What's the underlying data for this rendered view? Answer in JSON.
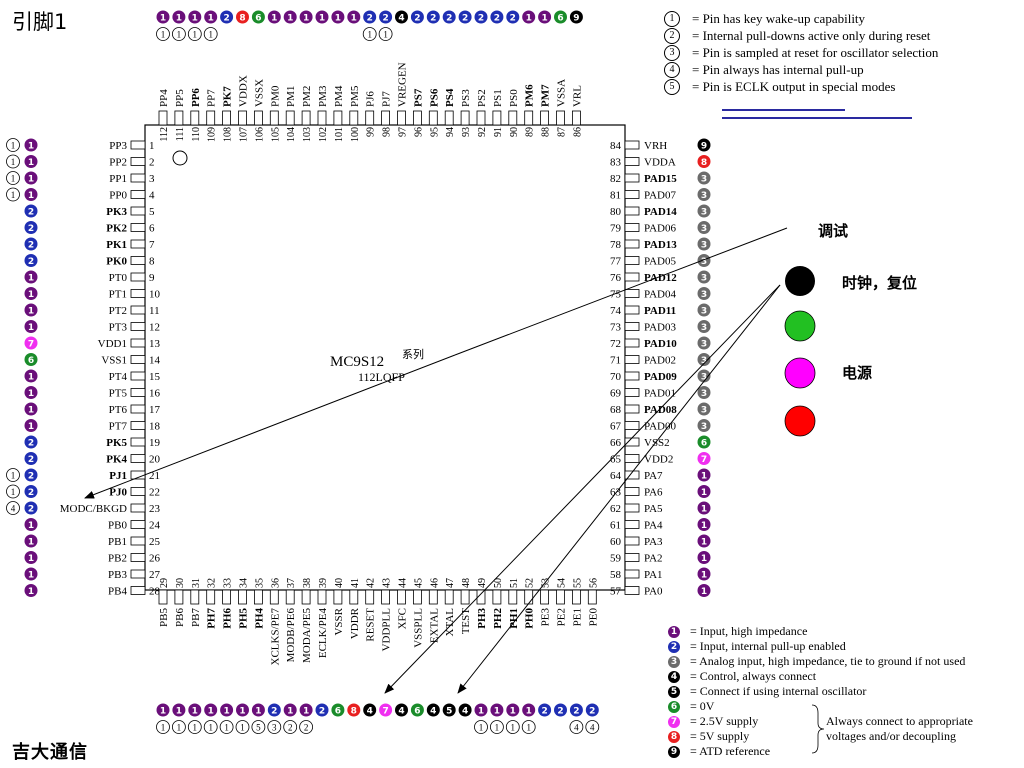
{
  "title": "引脚1",
  "company": "吉大通信",
  "chip": {
    "name": "MC9S12",
    "series": "系列",
    "package": "112LQFP"
  },
  "legend_top": [
    {
      "num": "1",
      "text": "= Pin has key wake-up capability"
    },
    {
      "num": "2",
      "text": "= Internal pull-downs active only during reset"
    },
    {
      "num": "3",
      "text": "= Pin is sampled at reset for oscillator selection"
    },
    {
      "num": "4",
      "text": "= Pin always has internal pull-up"
    },
    {
      "num": "5",
      "text": "= Pin is ECLK output in special modes"
    }
  ],
  "legend_bottom": [
    {
      "num": "1",
      "color": "#6a0f7a",
      "text": "= Input, high impedance"
    },
    {
      "num": "2",
      "color": "#1f2fb3",
      "text": "= Input, internal pull-up enabled"
    },
    {
      "num": "3",
      "color": "#6b6b6b",
      "text": "= Analog input, high impedance, tie to ground if not used"
    },
    {
      "num": "4",
      "color": "#000000",
      "text": "= Control, always connect"
    },
    {
      "num": "5",
      "color": "#000000",
      "text": "= Connect if using internal oscillator"
    },
    {
      "num": "6",
      "color": "#1a8c2a",
      "text": "= 0V"
    },
    {
      "num": "7",
      "color": "#f02ff0",
      "text": "= 2.5V supply"
    },
    {
      "num": "8",
      "color": "#e82020",
      "text": "= 5V supply"
    },
    {
      "num": "9",
      "color": "#000000",
      "text": "= ATD reference"
    }
  ],
  "always_note": [
    "Always connect to appropriate",
    "voltages and/or decoupling"
  ],
  "annotations": {
    "debug": "调试",
    "clock_reset": "时钟，复位",
    "power": "电源"
  },
  "key_colors": {
    "black": "#000000",
    "green": "#22c022",
    "magenta": "#ff00ff",
    "red": "#ff0000"
  },
  "type_colors": {
    "1": "#6a0f7a",
    "2": "#1f2fb3",
    "3": "#6b6b6b",
    "4": "#000000",
    "5": "#000000",
    "6": "#1a8c2a",
    "7": "#f02ff0",
    "8": "#e82020",
    "9": "#000000"
  },
  "pins": {
    "left": [
      {
        "n": 1,
        "name": "PP3",
        "bold": false,
        "type": "1",
        "extra": [
          "1"
        ]
      },
      {
        "n": 2,
        "name": "PP2",
        "bold": false,
        "type": "1",
        "extra": [
          "1"
        ]
      },
      {
        "n": 3,
        "name": "PP1",
        "bold": false,
        "type": "1",
        "extra": [
          "1"
        ]
      },
      {
        "n": 4,
        "name": "PP0",
        "bold": false,
        "type": "1",
        "extra": [
          "1"
        ]
      },
      {
        "n": 5,
        "name": "PK3",
        "bold": true,
        "type": "2",
        "extra": []
      },
      {
        "n": 6,
        "name": "PK2",
        "bold": true,
        "type": "2",
        "extra": []
      },
      {
        "n": 7,
        "name": "PK1",
        "bold": true,
        "type": "2",
        "extra": []
      },
      {
        "n": 8,
        "name": "PK0",
        "bold": true,
        "type": "2",
        "extra": []
      },
      {
        "n": 9,
        "name": "PT0",
        "bold": false,
        "type": "1",
        "extra": []
      },
      {
        "n": 10,
        "name": "PT1",
        "bold": false,
        "type": "1",
        "extra": []
      },
      {
        "n": 11,
        "name": "PT2",
        "bold": false,
        "type": "1",
        "extra": []
      },
      {
        "n": 12,
        "name": "PT3",
        "bold": false,
        "type": "1",
        "extra": []
      },
      {
        "n": 13,
        "name": "VDD1",
        "bold": false,
        "type": "7",
        "extra": []
      },
      {
        "n": 14,
        "name": "VSS1",
        "bold": false,
        "type": "6",
        "extra": []
      },
      {
        "n": 15,
        "name": "PT4",
        "bold": false,
        "type": "1",
        "extra": []
      },
      {
        "n": 16,
        "name": "PT5",
        "bold": false,
        "type": "1",
        "extra": []
      },
      {
        "n": 17,
        "name": "PT6",
        "bold": false,
        "type": "1",
        "extra": []
      },
      {
        "n": 18,
        "name": "PT7",
        "bold": false,
        "type": "1",
        "extra": []
      },
      {
        "n": 19,
        "name": "PK5",
        "bold": true,
        "type": "2",
        "extra": []
      },
      {
        "n": 20,
        "name": "PK4",
        "bold": true,
        "type": "2",
        "extra": []
      },
      {
        "n": 21,
        "name": "PJ1",
        "bold": true,
        "type": "2",
        "extra": [
          "1"
        ]
      },
      {
        "n": 22,
        "name": "PJ0",
        "bold": true,
        "type": "2",
        "extra": [
          "1"
        ]
      },
      {
        "n": 23,
        "name": "MODC/BKGD",
        "bold": false,
        "type": "2",
        "extra": [
          "4"
        ]
      },
      {
        "n": 24,
        "name": "PB0",
        "bold": false,
        "type": "1",
        "extra": []
      },
      {
        "n": 25,
        "name": "PB1",
        "bold": false,
        "type": "1",
        "extra": []
      },
      {
        "n": 26,
        "name": "PB2",
        "bold": false,
        "type": "1",
        "extra": []
      },
      {
        "n": 27,
        "name": "PB3",
        "bold": false,
        "type": "1",
        "extra": []
      },
      {
        "n": 28,
        "name": "PB4",
        "bold": false,
        "type": "1",
        "extra": []
      }
    ],
    "bottom": [
      {
        "n": 29,
        "name": "PB5",
        "bold": false,
        "type": "1",
        "extra": [
          "1"
        ]
      },
      {
        "n": 30,
        "name": "PB6",
        "bold": false,
        "type": "1",
        "extra": [
          "1"
        ]
      },
      {
        "n": 31,
        "name": "PB7",
        "bold": false,
        "type": "1",
        "extra": [
          "1"
        ]
      },
      {
        "n": 32,
        "name": "PH7",
        "bold": true,
        "type": "1",
        "extra": [
          "1"
        ]
      },
      {
        "n": 33,
        "name": "PH6",
        "bold": true,
        "type": "1",
        "extra": [
          "1"
        ]
      },
      {
        "n": 34,
        "name": "PH5",
        "bold": true,
        "type": "1",
        "extra": [
          "1"
        ]
      },
      {
        "n": 35,
        "name": "PH4",
        "bold": true,
        "type": "1",
        "extra": [
          "5"
        ]
      },
      {
        "n": 36,
        "name": "XCLKS/PE7",
        "bold": false,
        "type": "2",
        "extra": [
          "3"
        ]
      },
      {
        "n": 37,
        "name": "MODB/PE6",
        "bold": false,
        "type": "1",
        "extra": [
          "2"
        ]
      },
      {
        "n": 38,
        "name": "MODA/PE5",
        "bold": false,
        "type": "1",
        "extra": [
          "2"
        ]
      },
      {
        "n": 39,
        "name": "ECLK/PE4",
        "bold": false,
        "type": "2",
        "extra": []
      },
      {
        "n": 40,
        "name": "VSSR",
        "bold": false,
        "type": "6",
        "extra": []
      },
      {
        "n": 41,
        "name": "VDDR",
        "bold": false,
        "type": "8",
        "extra": []
      },
      {
        "n": 42,
        "name": "RESET",
        "bold": false,
        "type": "4",
        "extra": []
      },
      {
        "n": 43,
        "name": "VDDPLL",
        "bold": false,
        "type": "7",
        "extra": []
      },
      {
        "n": 44,
        "name": "XFC",
        "bold": false,
        "type": "4",
        "extra": []
      },
      {
        "n": 45,
        "name": "VSSPLL",
        "bold": false,
        "type": "6",
        "extra": []
      },
      {
        "n": 46,
        "name": "EXTAL",
        "bold": false,
        "type": "4",
        "extra": []
      },
      {
        "n": 47,
        "name": "XTAL",
        "bold": false,
        "type": "5",
        "extra": []
      },
      {
        "n": 48,
        "name": "TEST",
        "bold": false,
        "type": "4",
        "extra": []
      },
      {
        "n": 49,
        "name": "PH3",
        "bold": true,
        "type": "1",
        "extra": [
          "1"
        ]
      },
      {
        "n": 50,
        "name": "PH2",
        "bold": true,
        "type": "1",
        "extra": [
          "1"
        ]
      },
      {
        "n": 51,
        "name": "PH1",
        "bold": true,
        "type": "1",
        "extra": [
          "1"
        ]
      },
      {
        "n": 52,
        "name": "PH0",
        "bold": true,
        "type": "1",
        "extra": [
          "1"
        ]
      },
      {
        "n": 53,
        "name": "PE3",
        "bold": false,
        "type": "2",
        "extra": []
      },
      {
        "n": 54,
        "name": "PE2",
        "bold": false,
        "type": "2",
        "extra": []
      },
      {
        "n": 55,
        "name": "PE1",
        "bold": false,
        "type": "2",
        "extra": [
          "4"
        ]
      },
      {
        "n": 56,
        "name": "PE0",
        "bold": false,
        "type": "2",
        "extra": [
          "4"
        ]
      }
    ],
    "right": [
      {
        "n": 84,
        "name": "VRH",
        "bold": false,
        "type": "9"
      },
      {
        "n": 83,
        "name": "VDDA",
        "bold": false,
        "type": "8"
      },
      {
        "n": 82,
        "name": "PAD15",
        "bold": true,
        "type": "3"
      },
      {
        "n": 81,
        "name": "PAD07",
        "bold": false,
        "type": "3"
      },
      {
        "n": 80,
        "name": "PAD14",
        "bold": true,
        "type": "3"
      },
      {
        "n": 79,
        "name": "PAD06",
        "bold": false,
        "type": "3"
      },
      {
        "n": 78,
        "name": "PAD13",
        "bold": true,
        "type": "3"
      },
      {
        "n": 77,
        "name": "PAD05",
        "bold": false,
        "type": "3"
      },
      {
        "n": 76,
        "name": "PAD12",
        "bold": true,
        "type": "3"
      },
      {
        "n": 75,
        "name": "PAD04",
        "bold": false,
        "type": "3"
      },
      {
        "n": 74,
        "name": "PAD11",
        "bold": true,
        "type": "3"
      },
      {
        "n": 73,
        "name": "PAD03",
        "bold": false,
        "type": "3"
      },
      {
        "n": 72,
        "name": "PAD10",
        "bold": true,
        "type": "3"
      },
      {
        "n": 71,
        "name": "PAD02",
        "bold": false,
        "type": "3"
      },
      {
        "n": 70,
        "name": "PAD09",
        "bold": true,
        "type": "3"
      },
      {
        "n": 69,
        "name": "PAD01",
        "bold": false,
        "type": "3"
      },
      {
        "n": 68,
        "name": "PAD08",
        "bold": true,
        "type": "3"
      },
      {
        "n": 67,
        "name": "PAD00",
        "bold": false,
        "type": "3"
      },
      {
        "n": 66,
        "name": "VSS2",
        "bold": false,
        "type": "6"
      },
      {
        "n": 65,
        "name": "VDD2",
        "bold": false,
        "type": "7"
      },
      {
        "n": 64,
        "name": "PA7",
        "bold": false,
        "type": "1"
      },
      {
        "n": 63,
        "name": "PA6",
        "bold": false,
        "type": "1"
      },
      {
        "n": 62,
        "name": "PA5",
        "bold": false,
        "type": "1"
      },
      {
        "n": 61,
        "name": "PA4",
        "bold": false,
        "type": "1"
      },
      {
        "n": 60,
        "name": "PA3",
        "bold": false,
        "type": "1"
      },
      {
        "n": 59,
        "name": "PA2",
        "bold": false,
        "type": "1"
      },
      {
        "n": 58,
        "name": "PA1",
        "bold": false,
        "type": "1"
      },
      {
        "n": 57,
        "name": "PA0",
        "bold": false,
        "type": "1"
      }
    ],
    "top": [
      {
        "n": 112,
        "name": "PP4",
        "bold": false,
        "type": "1",
        "extra": [
          "1"
        ]
      },
      {
        "n": 111,
        "name": "PP5",
        "bold": false,
        "type": "1",
        "extra": [
          "1"
        ]
      },
      {
        "n": 110,
        "name": "PP6",
        "bold": true,
        "type": "1",
        "extra": [
          "1"
        ]
      },
      {
        "n": 109,
        "name": "PP7",
        "bold": false,
        "type": "1",
        "extra": [
          "1"
        ]
      },
      {
        "n": 108,
        "name": "PK7",
        "bold": true,
        "type": "2",
        "extra": []
      },
      {
        "n": 107,
        "name": "VDDX",
        "bold": false,
        "type": "8",
        "extra": []
      },
      {
        "n": 106,
        "name": "VSSX",
        "bold": false,
        "type": "6",
        "extra": []
      },
      {
        "n": 105,
        "name": "PM0",
        "bold": false,
        "type": "1",
        "extra": []
      },
      {
        "n": 104,
        "name": "PM1",
        "bold": false,
        "type": "1",
        "extra": []
      },
      {
        "n": 103,
        "name": "PM2",
        "bold": false,
        "type": "1",
        "extra": []
      },
      {
        "n": 102,
        "name": "PM3",
        "bold": false,
        "type": "1",
        "extra": []
      },
      {
        "n": 101,
        "name": "PM4",
        "bold": false,
        "type": "1",
        "extra": []
      },
      {
        "n": 100,
        "name": "PM5",
        "bold": false,
        "type": "1",
        "extra": []
      },
      {
        "n": 99,
        "name": "PJ6",
        "bold": false,
        "type": "2",
        "extra": [
          "1"
        ]
      },
      {
        "n": 98,
        "name": "PJ7",
        "bold": false,
        "type": "2",
        "extra": [
          "1"
        ]
      },
      {
        "n": 97,
        "name": "VREGEN",
        "bold": false,
        "type": "4",
        "extra": []
      },
      {
        "n": 96,
        "name": "PS7",
        "bold": true,
        "type": "2",
        "extra": []
      },
      {
        "n": 95,
        "name": "PS6",
        "bold": true,
        "type": "2",
        "extra": []
      },
      {
        "n": 94,
        "name": "PS4",
        "bold": true,
        "type": "2",
        "extra": []
      },
      {
        "n": 93,
        "name": "PS3",
        "bold": false,
        "type": "2",
        "extra": []
      },
      {
        "n": 92,
        "name": "PS2",
        "bold": false,
        "type": "2",
        "extra": []
      },
      {
        "n": 91,
        "name": "PS1",
        "bold": false,
        "type": "2",
        "extra": []
      },
      {
        "n": 90,
        "name": "PS0",
        "bold": false,
        "type": "2",
        "extra": []
      },
      {
        "n": 89,
        "name": "PM6",
        "bold": true,
        "type": "1",
        "extra": []
      },
      {
        "n": 88,
        "name": "PM7",
        "bold": true,
        "type": "1",
        "extra": []
      },
      {
        "n": 87,
        "name": "VSSA",
        "bold": false,
        "type": "6",
        "extra": []
      },
      {
        "n": 86,
        "name": "VRL",
        "bold": false,
        "type": "9",
        "extra": []
      }
    ]
  }
}
